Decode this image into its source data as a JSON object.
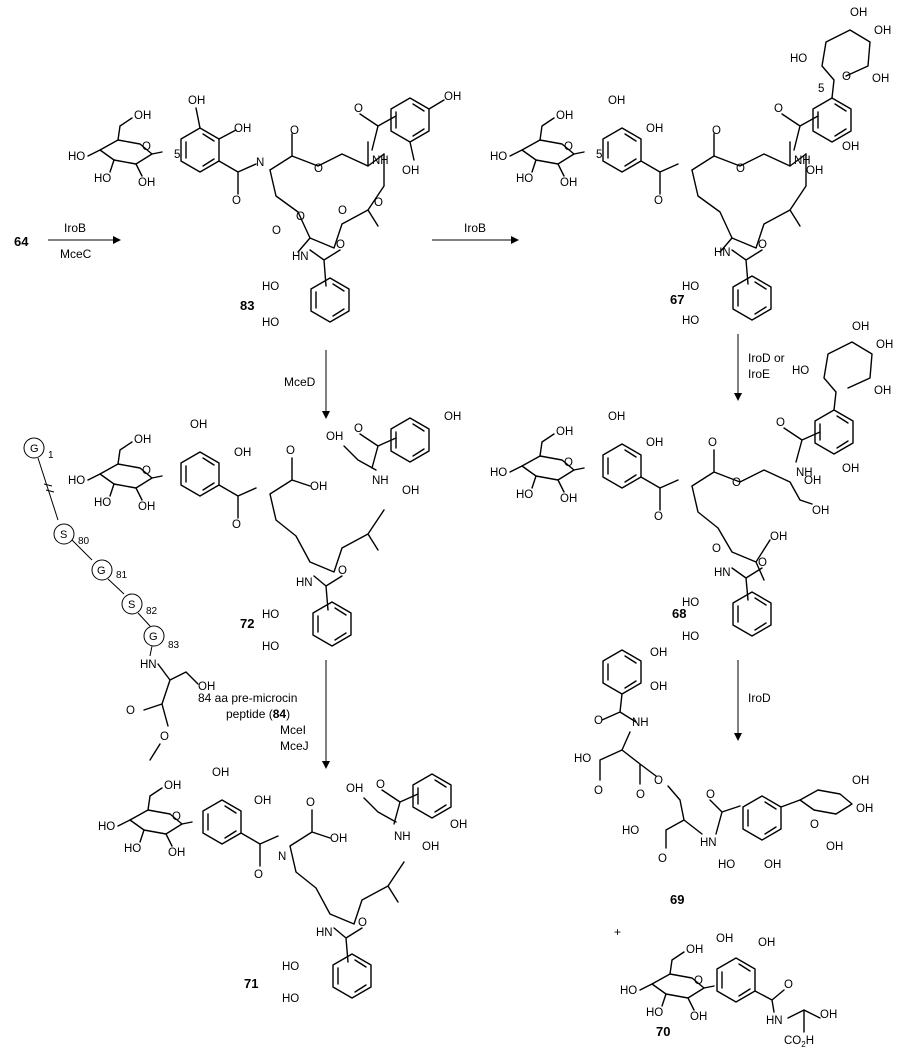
{
  "compounds": {
    "c64": "64",
    "c83": "83",
    "c67": "67",
    "c72": "72",
    "c68": "68",
    "c71": "71",
    "c69": "69",
    "c70": "70"
  },
  "reactions": {
    "r1_top": "IroB",
    "r1_bottom": "MceC",
    "r2": "IroB",
    "r3": "MceD",
    "r4_line1": "IroD or",
    "r4_line2": "IroE",
    "r5_line1": "84 aa pre-microcin",
    "r5_line2_pre": "peptide (",
    "r5_line2_num": "84",
    "r5_line2_post": ")",
    "r5_line3": "MceI",
    "r5_line4": "MceJ",
    "r6": "IroD",
    "plus": "+"
  },
  "peptide": {
    "res1": "G",
    "res80": "S",
    "res81": "G",
    "res82": "S",
    "res83": "G",
    "pos1": "1",
    "pos80": "80",
    "pos81": "81",
    "pos82": "82",
    "pos83": "83"
  },
  "labels": {
    "OH": "OH",
    "HO": "HO",
    "HN": "HN",
    "NH": "NH",
    "N": "N",
    "O": "O",
    "five": "5",
    "CO2H_a": "CO",
    "CO2H_b": "2",
    "CO2H_c": "H"
  }
}
